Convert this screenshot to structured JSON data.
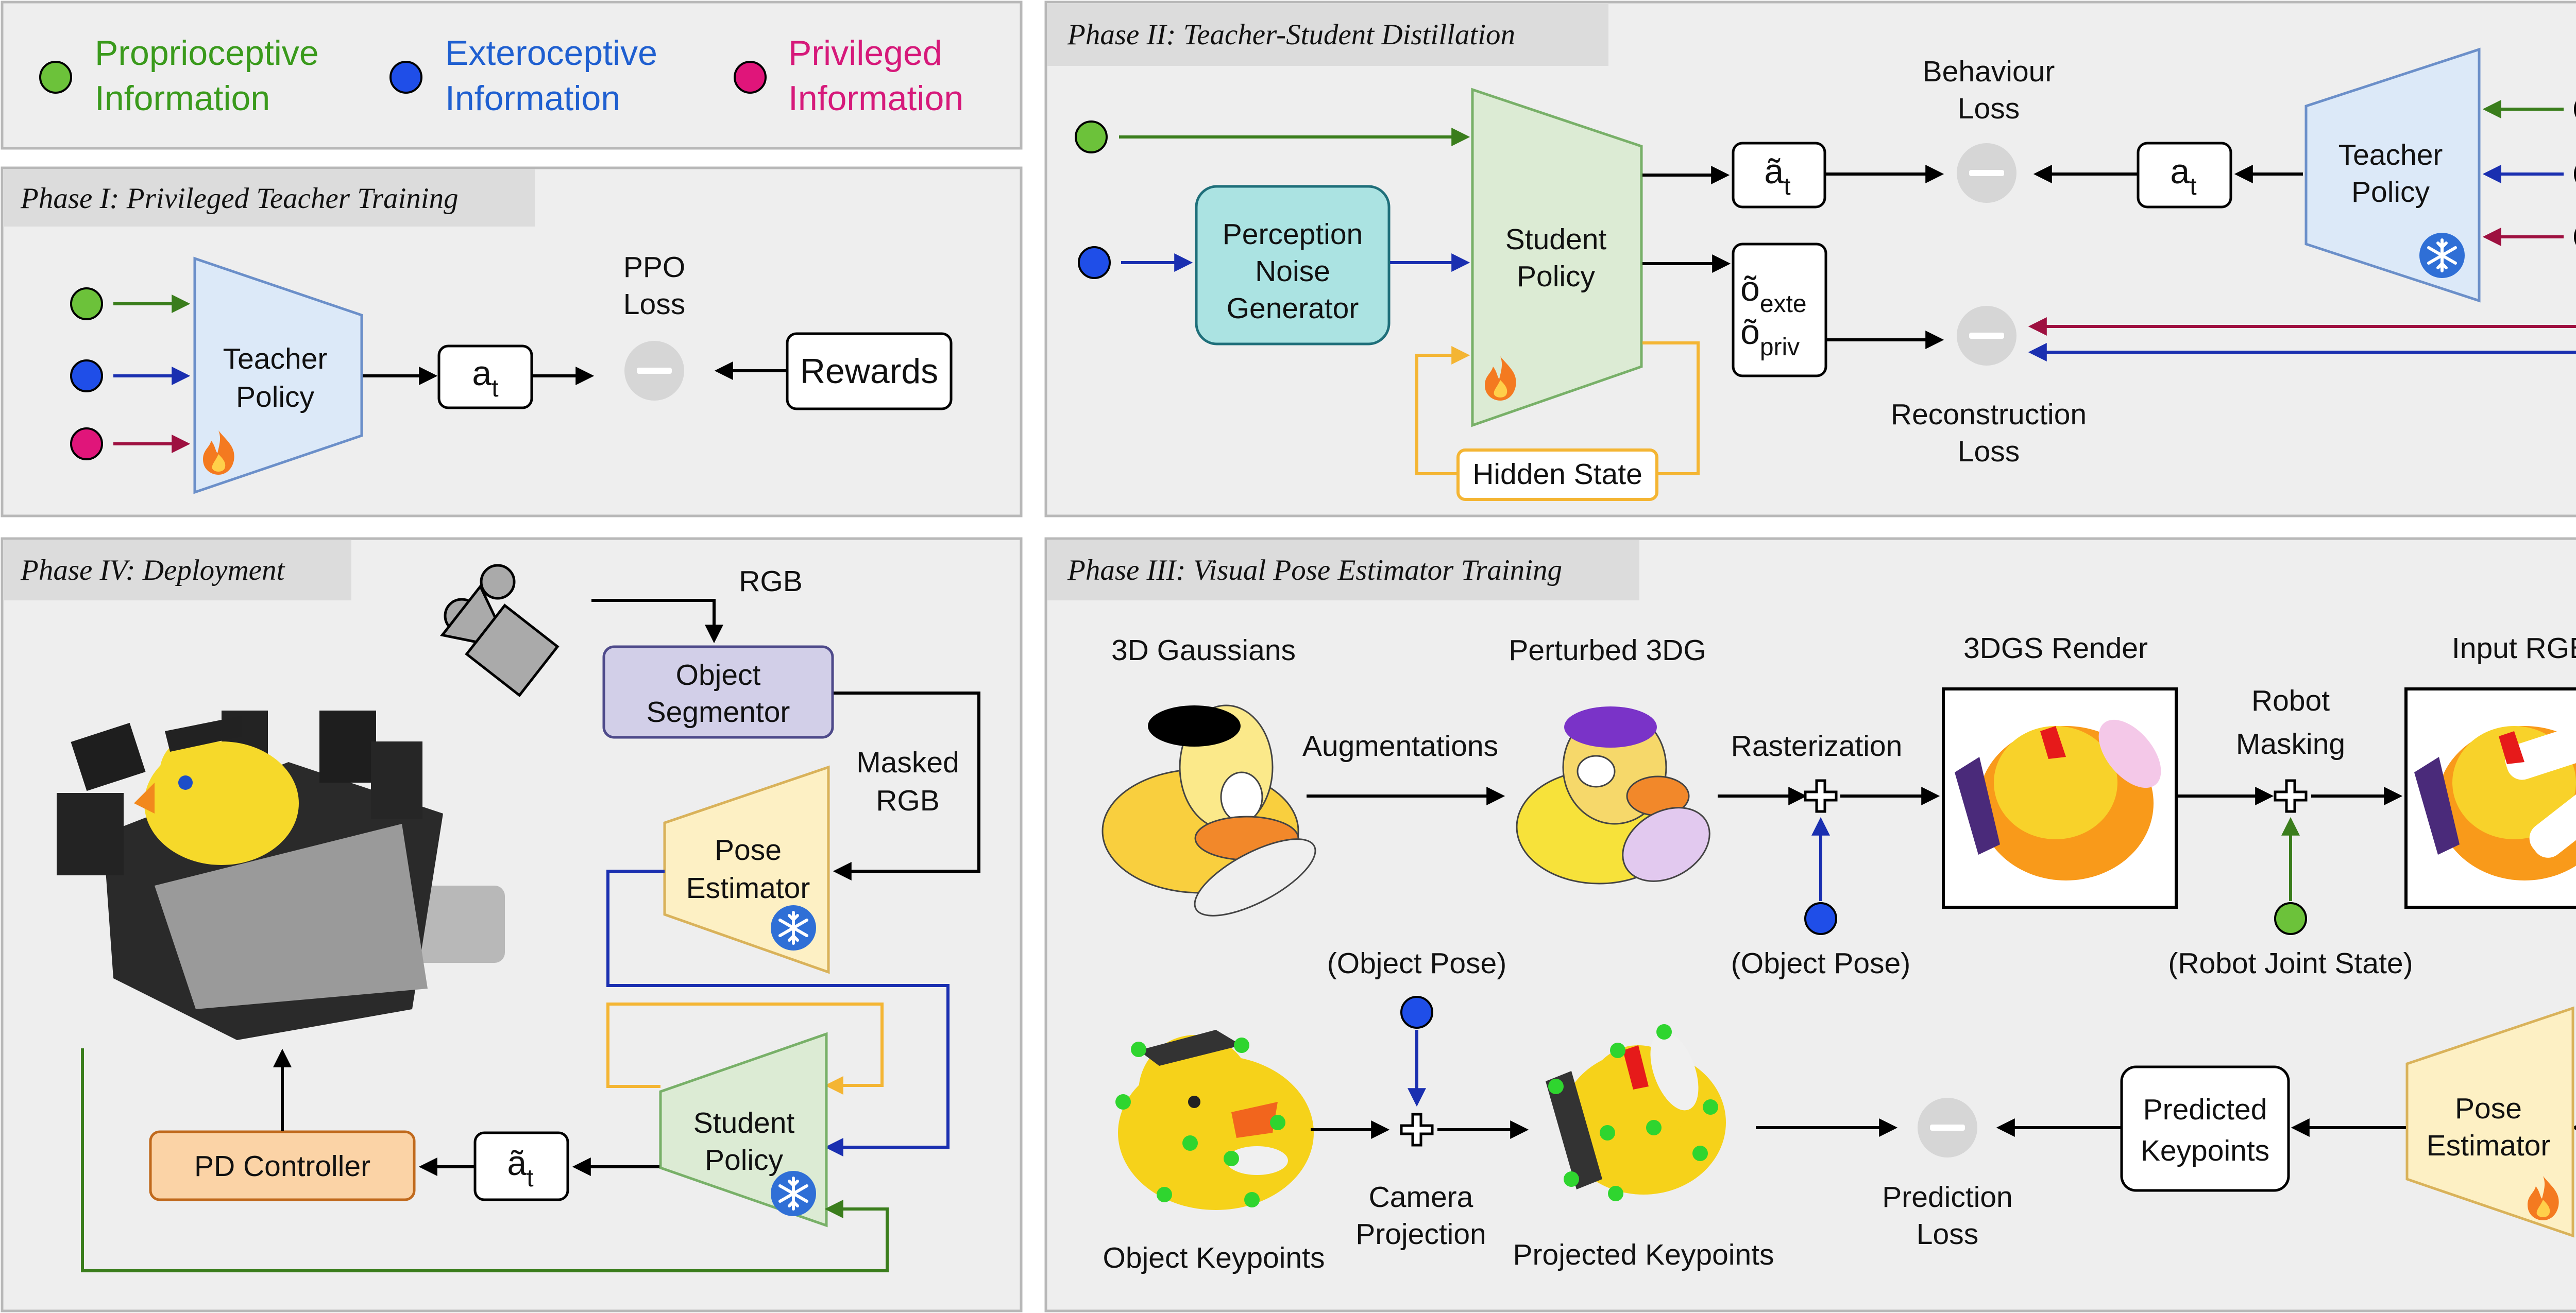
{
  "legend": {
    "proprioceptive": {
      "line1": "Proprioceptive",
      "line2": "Information",
      "color": "#3a9a1c"
    },
    "exteroceptive": {
      "line1": "Exteroceptive",
      "line2": "Information",
      "color": "#1f5fd0"
    },
    "privileged": {
      "line1": "Privileged",
      "line2": "Information",
      "color": "#d6197a"
    }
  },
  "colors": {
    "green_dot": "#6cc23a",
    "blue_dot": "#1f4ee8",
    "pink_dot": "#e0157a",
    "green_arrow": "#3a7d1c",
    "blue_arrow": "#1a2fb0",
    "red_arrow": "#9e1040",
    "panel_bg": "#eeeeee",
    "tab_bg": "#dcdcdc",
    "teacher_fill": "#dce9f8",
    "student_fill": "#dcebd4",
    "pose_fill": "#fdf0c4",
    "noise_fill": "#abe3e2",
    "segmentor_fill": "#d2cfe8",
    "pd_fill": "#fbd3a6",
    "hidden_state_border": "#f4b533"
  },
  "phase1": {
    "title": "Phase I: Privileged Teacher Training",
    "teacher_line1": "Teacher",
    "teacher_line2": "Policy",
    "action": "a",
    "action_sub": "t",
    "loss_line1": "PPO",
    "loss_line2": "Loss",
    "rewards": "Rewards"
  },
  "phase2": {
    "title": "Phase II:  Teacher-Student Distillation",
    "noise_line1": "Perception",
    "noise_line2": "Noise",
    "noise_line3": "Generator",
    "student_line1": "Student",
    "student_line2": "Policy",
    "student_action": "ã",
    "student_action_sub": "t",
    "teacher_action": "a",
    "teacher_action_sub": "t",
    "behaviour_line1": "Behaviour",
    "behaviour_line2": "Loss",
    "teacher_line1": "Teacher",
    "teacher_line2": "Policy",
    "recon_obs1": "õ",
    "recon_obs1_sub": "exte",
    "recon_obs2": "õ",
    "recon_obs2_sub": "priv",
    "recon_line1": "Reconstruction",
    "recon_line2": "Loss",
    "hidden_state": "Hidden State"
  },
  "phase3": {
    "title": "Phase III: Visual Pose Estimator Training",
    "gaussians": "3D Gaussians",
    "augmentations": "Augmentations",
    "perturbed": "Perturbed 3DG",
    "rasterization": "Rasterization",
    "render": "3DGS Render",
    "object_pose_1": "(Object Pose)",
    "robot_line1": "Robot",
    "robot_line2": "Masking",
    "joint_state": "(Robot Joint State)",
    "input_rgb": "Input RGB",
    "pose_line1": "Pose",
    "pose_line2": "Estimator",
    "predicted_line1": "Predicted",
    "predicted_line2": "Keypoints",
    "prediction_line1": "Prediction",
    "prediction_line2": "Loss",
    "object_keypoints": "Object Keypoints",
    "object_pose_2": "(Object Pose)",
    "camera_line1": "Camera",
    "camera_line2": "Projection",
    "projected_keypoints": "Projected Keypoints"
  },
  "phase4": {
    "title": "Phase IV: Deployment",
    "rgb": "RGB",
    "segmentor_line1": "Object",
    "segmentor_line2": "Segmentor",
    "masked_line1": "Masked",
    "masked_line2": "RGB",
    "pose_line1": "Pose",
    "pose_line2": "Estimator",
    "student_line1": "Student",
    "student_line2": "Policy",
    "action": "ã",
    "action_sub": "t",
    "pd": "PD Controller"
  }
}
